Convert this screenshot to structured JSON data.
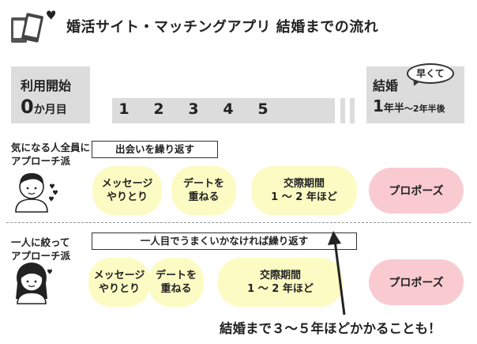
{
  "header": {
    "title": "婚活サイト・マッチングアプリ  結婚までの流れ",
    "phones_icon": "phones-with-heart-icon"
  },
  "timeline": {
    "start_label": "利用開始",
    "start_num": "0",
    "start_unit": "か月目",
    "months": [
      "1",
      "2",
      "3",
      "4",
      "5"
    ],
    "end_label": "結婚",
    "bubble": "早くて",
    "end_main": "1",
    "end_unit": "年半",
    "end_sub": "〜2年半後"
  },
  "section1": {
    "label_line1": "気になる人全員に",
    "label_line2": "アプローチ派",
    "note": "出会いを繰り返す",
    "steps": [
      "メッセージ\nやりとり",
      "デートを\n重ねる",
      "交際期間\n1 〜 2 年ほど"
    ],
    "propose": "プロポーズ",
    "avatar_icon": "man-avatar-icon"
  },
  "section2": {
    "label_line1": "一人に絞って",
    "label_line2": "アプローチ派",
    "note": "一人目でうまくいかなければ繰り返す",
    "steps": [
      "メッセージ\nやりとり",
      "デートを\n重ねる",
      "交際期間\n1 〜 2 年ほど"
    ],
    "propose": "プロポーズ",
    "avatar_icon": "woman-avatar-icon"
  },
  "footer": {
    "text": "結婚まで３〜５年ほどかかることも！"
  },
  "colors": {
    "gray": "#dcdcdc",
    "yellow": "#fdfbc4",
    "pink": "#f9cbd1"
  }
}
